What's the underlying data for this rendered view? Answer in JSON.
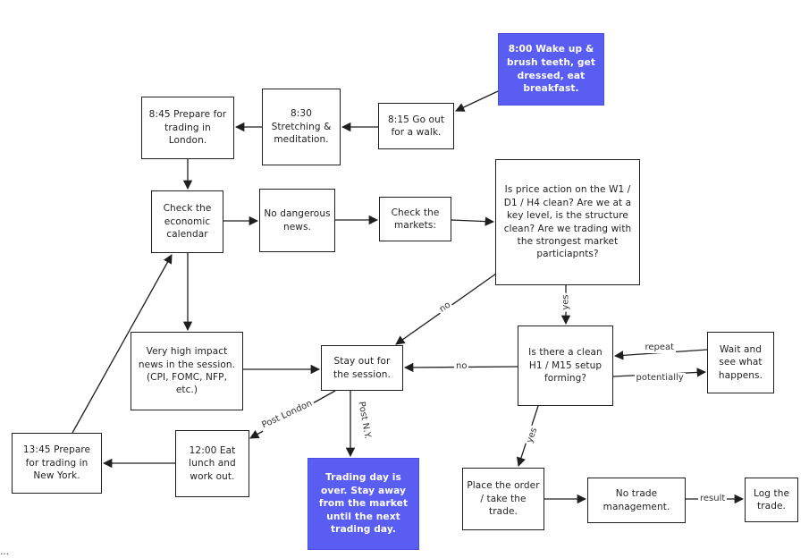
{
  "nodes": [
    {
      "id": "wake",
      "text": "8:00 Wake up & brush teeth, get dressed, eat breakfast.",
      "highlight": true
    },
    {
      "id": "walk",
      "text": "8:15 Go out for a walk."
    },
    {
      "id": "stretch",
      "text": "8:30 Stretching & meditation."
    },
    {
      "id": "prep_london",
      "text": "8:45 Prepare for trading in London."
    },
    {
      "id": "econ",
      "text": "Check the economic calendar"
    },
    {
      "id": "no_news",
      "text": "No dangerous news."
    },
    {
      "id": "markets",
      "text": "Check the markets:"
    },
    {
      "id": "price_action",
      "text": "Is price action on the W1 / D1 / H4 clean? Are we at a key level, is the structure clean? Are we trading with the strongest market particiapnts?"
    },
    {
      "id": "high_impact",
      "text": "Very high impact news in the session. (CPI, FOMC, NFP, etc.)"
    },
    {
      "id": "stay_out",
      "text": "Stay out for the session."
    },
    {
      "id": "setup",
      "text": "Is there a clean H1 / M15 setup forming?"
    },
    {
      "id": "wait",
      "text": "Wait and see what happens."
    },
    {
      "id": "prep_ny",
      "text": "13:45 Prepare for trading in New York."
    },
    {
      "id": "lunch",
      "text": "12:00 Eat lunch and work out."
    },
    {
      "id": "day_over",
      "text": "Trading day is over. Stay away from the market until the next trading day.",
      "highlight": true
    },
    {
      "id": "place_order",
      "text": "Place the order / take the trade."
    },
    {
      "id": "trade_mgmt",
      "text": "No trade management."
    },
    {
      "id": "log",
      "text": "Log the trade."
    }
  ],
  "edges": [
    {
      "from": "wake",
      "to": "walk",
      "label": ""
    },
    {
      "from": "walk",
      "to": "stretch",
      "label": ""
    },
    {
      "from": "stretch",
      "to": "prep_london",
      "label": ""
    },
    {
      "from": "prep_london",
      "to": "econ",
      "label": ""
    },
    {
      "from": "econ",
      "to": "no_news",
      "label": ""
    },
    {
      "from": "no_news",
      "to": "markets",
      "label": ""
    },
    {
      "from": "markets",
      "to": "price_action",
      "label": ""
    },
    {
      "from": "econ",
      "to": "high_impact",
      "label": ""
    },
    {
      "from": "high_impact",
      "to": "stay_out",
      "label": ""
    },
    {
      "from": "price_action",
      "to": "stay_out",
      "label": "no"
    },
    {
      "from": "price_action",
      "to": "setup",
      "label": "yes"
    },
    {
      "from": "setup",
      "to": "stay_out",
      "label": "no"
    },
    {
      "from": "setup",
      "to": "wait",
      "label": "potentially"
    },
    {
      "from": "wait",
      "to": "setup",
      "label": "repeat"
    },
    {
      "from": "setup",
      "to": "place_order",
      "label": "yes"
    },
    {
      "from": "place_order",
      "to": "trade_mgmt",
      "label": ""
    },
    {
      "from": "trade_mgmt",
      "to": "log",
      "label": "result"
    },
    {
      "from": "stay_out",
      "to": "lunch",
      "label": "Post London"
    },
    {
      "from": "stay_out",
      "to": "day_over",
      "label": "Post N.Y."
    },
    {
      "from": "lunch",
      "to": "prep_ny",
      "label": ""
    },
    {
      "from": "prep_ny",
      "to": "econ",
      "label": ""
    }
  ],
  "colors": {
    "highlight_fill": "#5a5df2",
    "stroke": "#1f1f1f",
    "text": "#1f1f1f"
  },
  "fragment_text": "…"
}
